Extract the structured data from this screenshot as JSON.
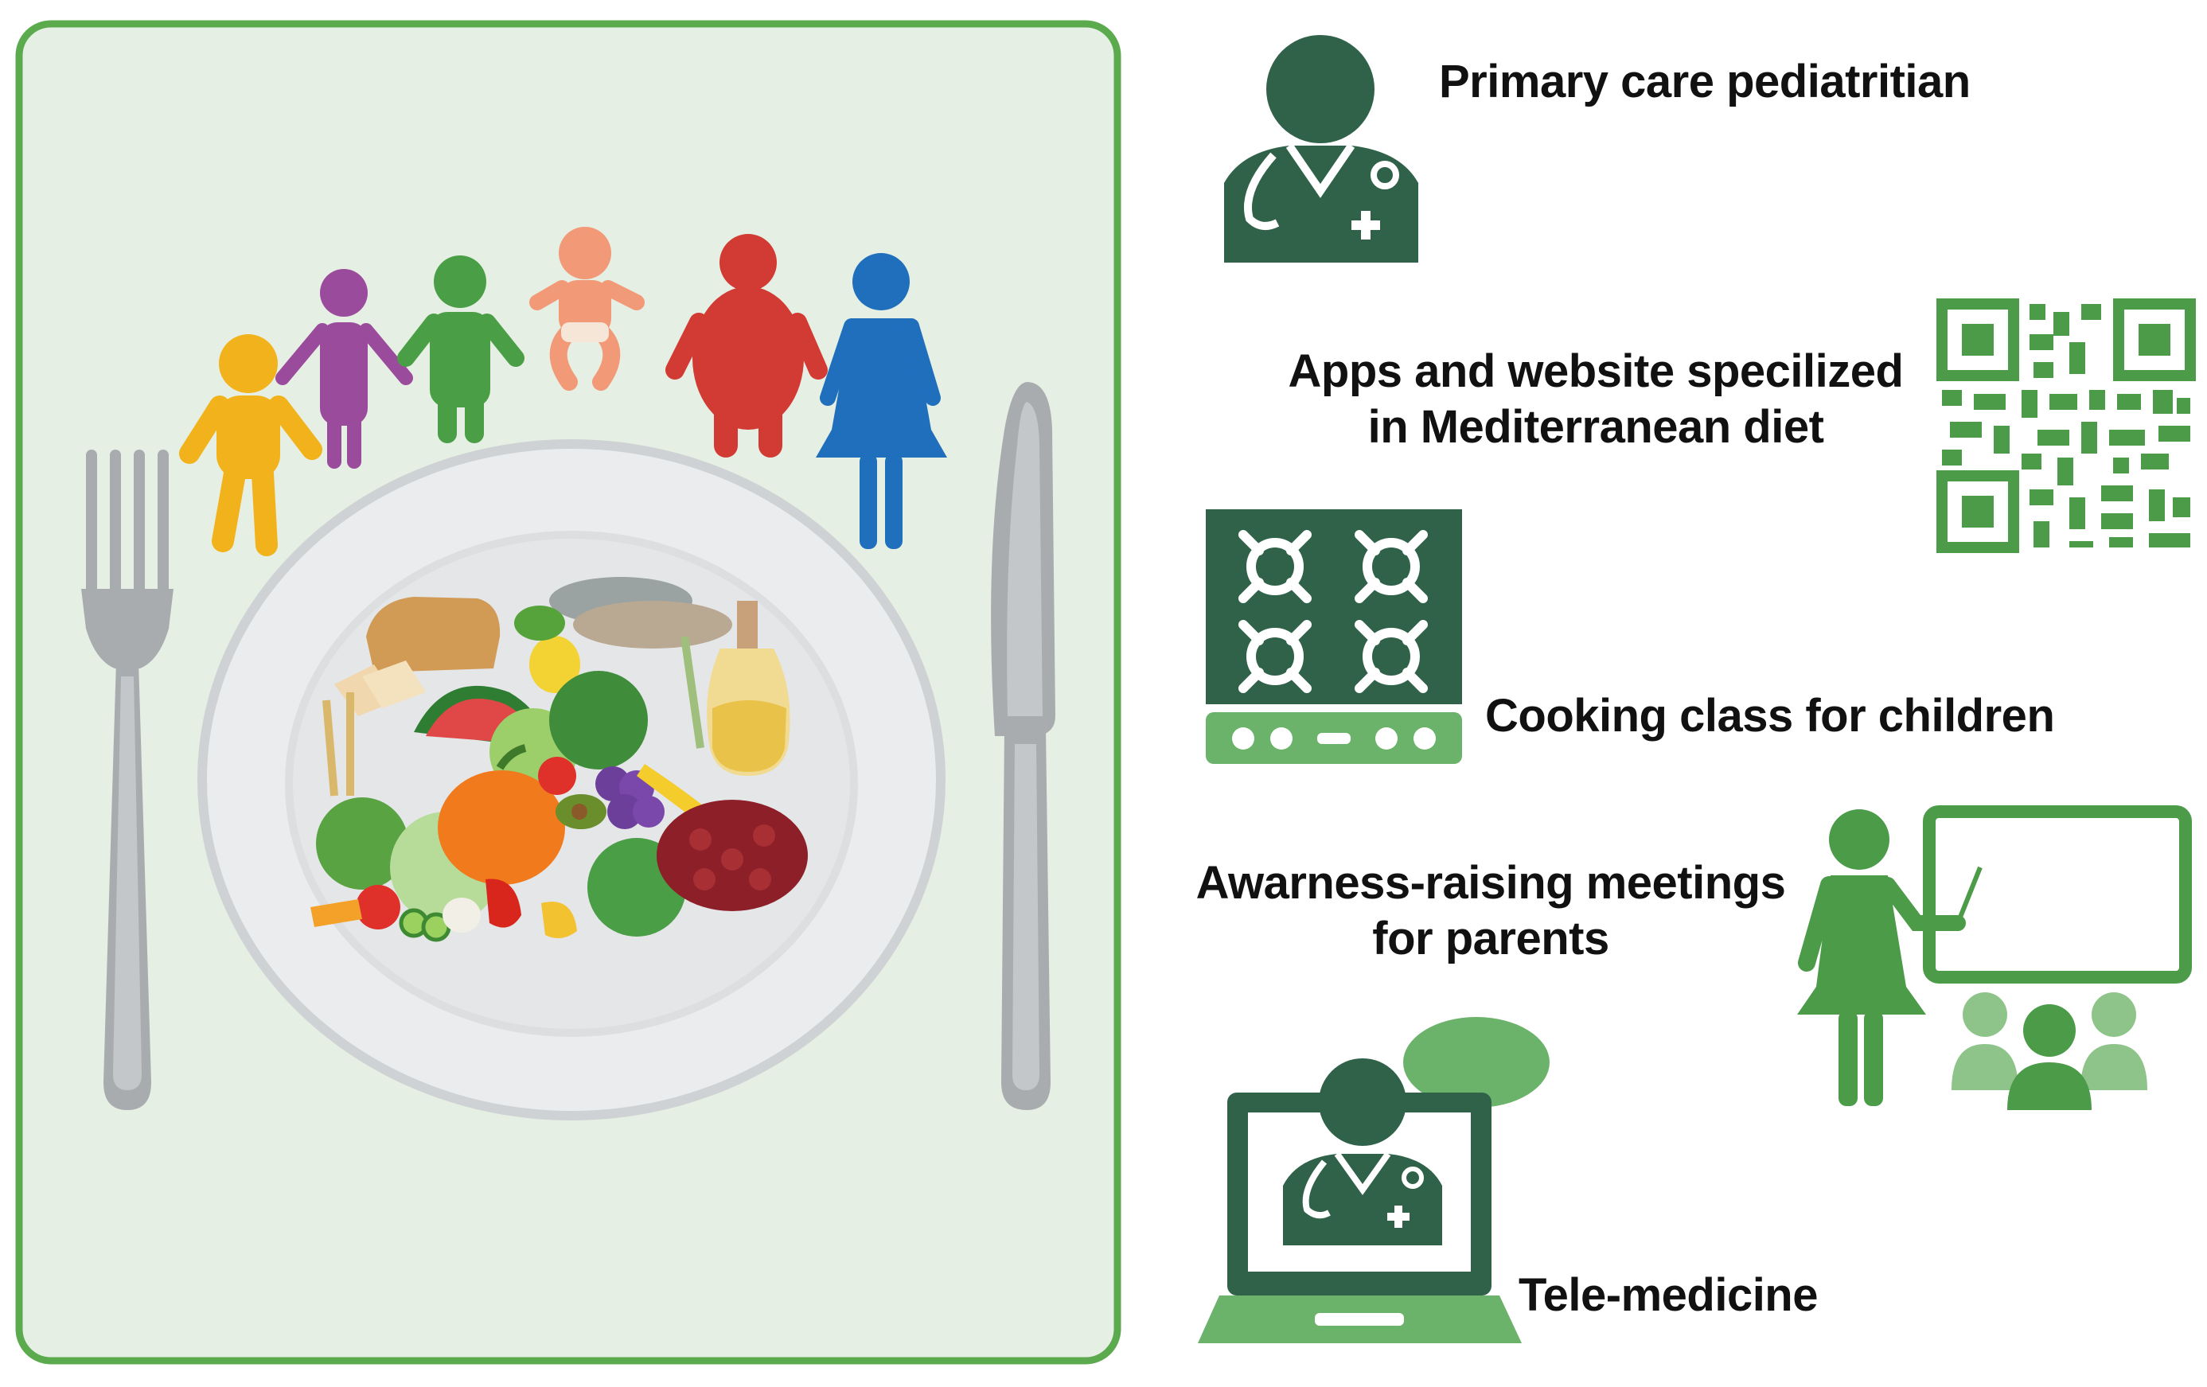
{
  "labels": {
    "pediatrician": "Primary care pediatritian",
    "apps_line1": "Apps and website specilized",
    "apps_line2": "in Mediterranean diet",
    "cooking": "Cooking class for children",
    "awareness_line1": "Awarness-raising meetings",
    "awareness_line2": "for parents",
    "telemedicine": "Tele-medicine"
  },
  "colors": {
    "panel_bg": "#e6efe3",
    "panel_border": "#5bab4e",
    "dark_green": "#2f6249",
    "mid_green": "#4c9b49",
    "light_green": "#6bb36a",
    "family": [
      "#f2b21b",
      "#9a4b9c",
      "#4a9e45",
      "#f29a78",
      "#d23b33",
      "#1f6fbd"
    ]
  },
  "icons": {
    "pediatrician": "doctor-icon",
    "apps": "qr-code-icon",
    "cooking": "stove-icon",
    "awareness": "teacher-board-icon",
    "telemedicine": "laptop-doctor-icon"
  }
}
